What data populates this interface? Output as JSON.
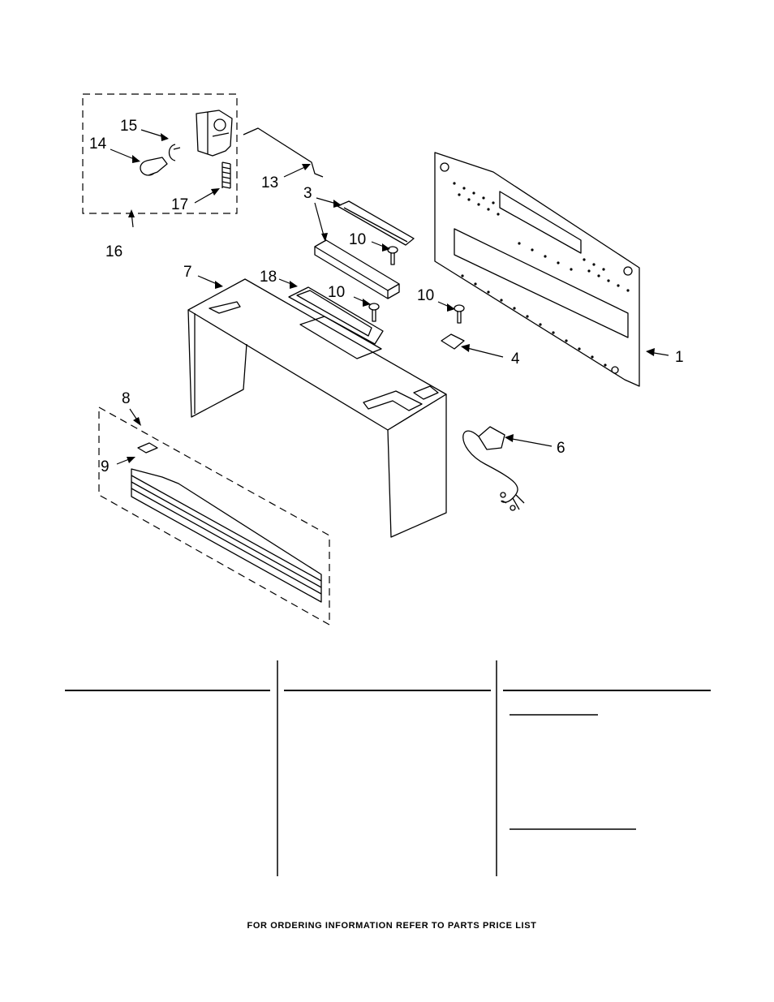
{
  "diagram": {
    "callouts": [
      {
        "id": "c1",
        "label": "1"
      },
      {
        "id": "c3",
        "label": "3"
      },
      {
        "id": "c4",
        "label": "4"
      },
      {
        "id": "c6",
        "label": "6"
      },
      {
        "id": "c7",
        "label": "7"
      },
      {
        "id": "c8",
        "label": "8"
      },
      {
        "id": "c9",
        "label": "9"
      },
      {
        "id": "c10a",
        "label": "10"
      },
      {
        "id": "c10b",
        "label": "10"
      },
      {
        "id": "c10c",
        "label": "10"
      },
      {
        "id": "c13",
        "label": "13"
      },
      {
        "id": "c14",
        "label": "14"
      },
      {
        "id": "c15",
        "label": "15"
      },
      {
        "id": "c16",
        "label": "16"
      },
      {
        "id": "c17",
        "label": "17"
      },
      {
        "id": "c18",
        "label": "18"
      }
    ]
  },
  "footer": {
    "note": "FOR ORDERING INFORMATION REFER TO PARTS PRICE LIST"
  }
}
